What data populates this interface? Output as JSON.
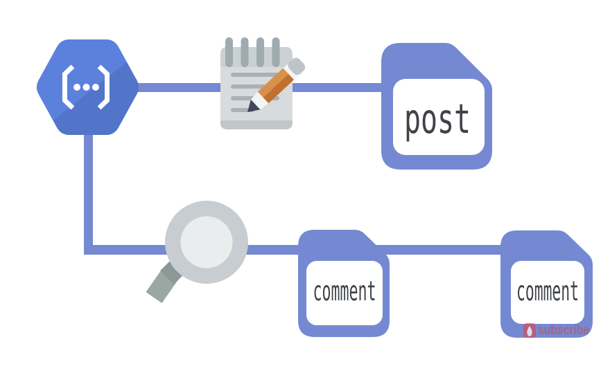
{
  "colors": {
    "hexagon": "#5b81dd",
    "connector": "#7589d2",
    "file": "#7589d2",
    "file_label": "#3f4347",
    "watermark": "#c94b4b",
    "pad_body": "#d7dbde",
    "pencil_orange": "#c1702e",
    "magnifier_ring": "#c8cdd1"
  },
  "nodes": {
    "api": {
      "icon": "api-braces-hexagon-icon"
    },
    "write": {
      "icon": "notepad-pencil-icon"
    },
    "search": {
      "icon": "magnifying-glass-icon"
    }
  },
  "files": {
    "post": {
      "label": "post"
    },
    "comment1": {
      "label": "comment"
    },
    "comment2": {
      "label": "comment"
    }
  },
  "watermark": {
    "label": "subscribe",
    "icon": "flame-badge-icon"
  }
}
